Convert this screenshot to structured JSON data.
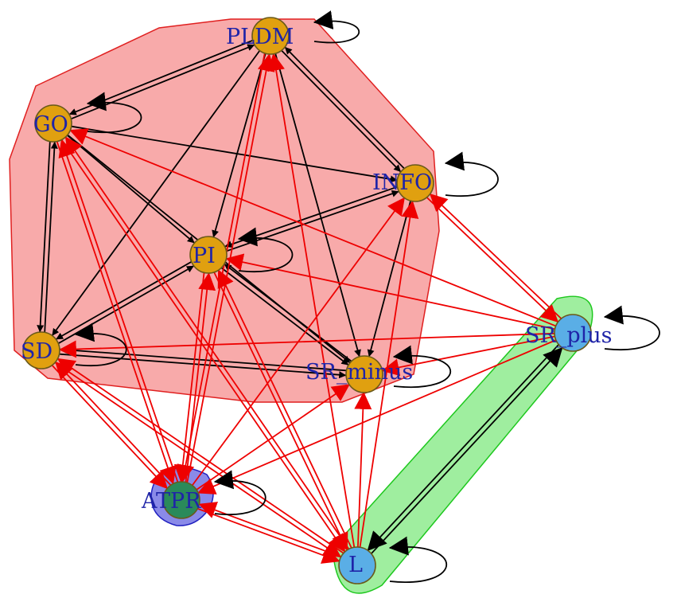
{
  "colors": {
    "cluster_red_fill": "#f8aaaa",
    "cluster_red_stroke": "#e02020",
    "cluster_green_fill": "#9fee9f",
    "cluster_green_stroke": "#1ec81e",
    "cluster_blue_fill": "#8a8ae8",
    "cluster_blue_stroke": "#2020c0",
    "node_orange": "#e0a010",
    "node_blue": "#5aaee6",
    "node_teal": "#2a8a5a",
    "edge_black": "#000000",
    "edge_red": "#ee0000",
    "label": "#1f24a8"
  },
  "nodes": [
    {
      "id": "PLDM",
      "label": "PLDM",
      "color": "orange"
    },
    {
      "id": "GO",
      "label": "GO",
      "color": "orange"
    },
    {
      "id": "INFO",
      "label": "INFO",
      "color": "orange"
    },
    {
      "id": "PI",
      "label": "PI",
      "color": "orange"
    },
    {
      "id": "SD",
      "label": "SD",
      "color": "orange"
    },
    {
      "id": "SR_minus",
      "label": "SR_minus",
      "color": "orange"
    },
    {
      "id": "SR_plus",
      "label": "SR_plus",
      "color": "blue"
    },
    {
      "id": "ATPR",
      "label": "ATPR",
      "color": "teal"
    },
    {
      "id": "L",
      "label": "L",
      "color": "blue"
    }
  ],
  "clusters": [
    {
      "id": "red",
      "members": [
        "PLDM",
        "GO",
        "INFO",
        "PI",
        "SD",
        "SR_minus"
      ]
    },
    {
      "id": "green",
      "members": [
        "SR_plus",
        "L"
      ]
    },
    {
      "id": "blue",
      "members": [
        "ATPR"
      ]
    }
  ],
  "edges": [
    {
      "from": "GO",
      "to": "PLDM",
      "color": "black"
    },
    {
      "from": "PLDM",
      "to": "GO",
      "color": "black"
    },
    {
      "from": "PLDM",
      "to": "INFO",
      "color": "black"
    },
    {
      "from": "INFO",
      "to": "PLDM",
      "color": "black"
    },
    {
      "from": "PLDM",
      "to": "PI",
      "color": "black"
    },
    {
      "from": "PLDM",
      "to": "SD",
      "color": "black"
    },
    {
      "from": "PLDM",
      "to": "SR_minus",
      "color": "black"
    },
    {
      "from": "GO",
      "to": "INFO",
      "color": "black"
    },
    {
      "from": "GO",
      "to": "PI",
      "color": "black"
    },
    {
      "from": "GO",
      "to": "SD",
      "color": "black"
    },
    {
      "from": "SD",
      "to": "GO",
      "color": "black"
    },
    {
      "from": "GO",
      "to": "SR_minus",
      "color": "black"
    },
    {
      "from": "INFO",
      "to": "PI",
      "color": "black"
    },
    {
      "from": "PI",
      "to": "INFO",
      "color": "black"
    },
    {
      "from": "INFO",
      "to": "SR_minus",
      "color": "black"
    },
    {
      "from": "PI",
      "to": "SD",
      "color": "black"
    },
    {
      "from": "SD",
      "to": "PI",
      "color": "black"
    },
    {
      "from": "PI",
      "to": "SR_minus",
      "color": "black"
    },
    {
      "from": "SR_minus",
      "to": "PI",
      "color": "black"
    },
    {
      "from": "SD",
      "to": "SR_minus",
      "color": "black"
    },
    {
      "from": "SR_minus",
      "to": "SD",
      "color": "black"
    },
    {
      "from": "L",
      "to": "SR_plus",
      "color": "black"
    },
    {
      "from": "SR_plus",
      "to": "L",
      "color": "black"
    },
    {
      "from": "SR_plus",
      "to": "INFO",
      "color": "red"
    },
    {
      "from": "INFO",
      "to": "SR_plus",
      "color": "red"
    },
    {
      "from": "SR_plus",
      "to": "GO",
      "color": "red"
    },
    {
      "from": "SR_plus",
      "to": "PI",
      "color": "red"
    },
    {
      "from": "SR_plus",
      "to": "SD",
      "color": "red"
    },
    {
      "from": "SR_plus",
      "to": "SR_minus",
      "color": "red"
    },
    {
      "from": "SR_plus",
      "to": "ATPR",
      "color": "red"
    },
    {
      "from": "L",
      "to": "PLDM",
      "color": "red"
    },
    {
      "from": "L",
      "to": "GO",
      "color": "red"
    },
    {
      "from": "L",
      "to": "INFO",
      "color": "red"
    },
    {
      "from": "L",
      "to": "PI",
      "color": "red"
    },
    {
      "from": "L",
      "to": "SD",
      "color": "red"
    },
    {
      "from": "L",
      "to": "SR_minus",
      "color": "red"
    },
    {
      "from": "L",
      "to": "ATPR",
      "color": "red"
    },
    {
      "from": "ATPR",
      "to": "L",
      "color": "red"
    },
    {
      "from": "ATPR",
      "to": "PLDM",
      "color": "red"
    },
    {
      "from": "ATPR",
      "to": "GO",
      "color": "red"
    },
    {
      "from": "ATPR",
      "to": "INFO",
      "color": "red"
    },
    {
      "from": "ATPR",
      "to": "PI",
      "color": "red"
    },
    {
      "from": "ATPR",
      "to": "SD",
      "color": "red"
    },
    {
      "from": "ATPR",
      "to": "SR_minus",
      "color": "red"
    },
    {
      "from": "GO",
      "to": "ATPR",
      "color": "red"
    },
    {
      "from": "PLDM",
      "to": "ATPR",
      "color": "red"
    },
    {
      "from": "PI",
      "to": "ATPR",
      "color": "red"
    },
    {
      "from": "SD",
      "to": "ATPR",
      "color": "red"
    },
    {
      "from": "GO",
      "to": "L",
      "color": "red"
    },
    {
      "from": "PI",
      "to": "L",
      "color": "red"
    },
    {
      "from": "SD",
      "to": "L",
      "color": "red"
    }
  ],
  "self_loops": [
    "PLDM",
    "GO",
    "INFO",
    "PI",
    "SD",
    "SR_minus",
    "SR_plus",
    "ATPR",
    "L"
  ]
}
